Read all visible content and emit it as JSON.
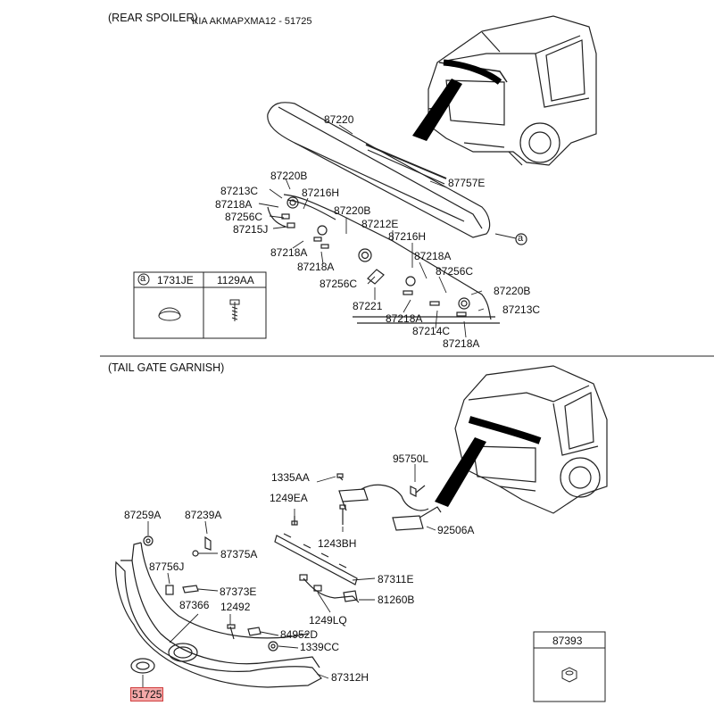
{
  "header": {
    "doc_code": "KIA AKMAPXMA12 - 51725",
    "section_spoiler": "(REAR SPOILER)",
    "section_garnish": "(TAIL GATE GARNISH)"
  },
  "spoiler_parts": [
    {
      "id": "s1",
      "text": "87220"
    },
    {
      "id": "s2",
      "text": "87757E"
    },
    {
      "id": "s3",
      "text": "87220B"
    },
    {
      "id": "s4",
      "text": "87213C"
    },
    {
      "id": "s5",
      "text": "87216H"
    },
    {
      "id": "s6",
      "text": "87218A"
    },
    {
      "id": "s7",
      "text": "87256C"
    },
    {
      "id": "s8",
      "text": "87220B"
    },
    {
      "id": "s9",
      "text": "87215J"
    },
    {
      "id": "s10",
      "text": "87212E"
    },
    {
      "id": "s11",
      "text": "87216H"
    },
    {
      "id": "s12",
      "text": "87218A"
    },
    {
      "id": "s13",
      "text": "87218A"
    },
    {
      "id": "s14",
      "text": "87218A"
    },
    {
      "id": "s15",
      "text": "87256C"
    },
    {
      "id": "s16",
      "text": "87256C"
    },
    {
      "id": "s17",
      "text": "87220B"
    },
    {
      "id": "s18",
      "text": "87221"
    },
    {
      "id": "s19",
      "text": "87213C"
    },
    {
      "id": "s20",
      "text": "87218A"
    },
    {
      "id": "s21",
      "text": "87214C"
    },
    {
      "id": "s22",
      "text": "87218A"
    }
  ],
  "callout_marker": "a",
  "fastener_table": {
    "marker": "a",
    "col1": "1731JE",
    "col2": "1129AA"
  },
  "garnish_parts": [
    {
      "id": "g1",
      "text": "1335AA"
    },
    {
      "id": "g2",
      "text": "95750L"
    },
    {
      "id": "g3",
      "text": "1249EA"
    },
    {
      "id": "g4",
      "text": "87259A"
    },
    {
      "id": "g5",
      "text": "87239A"
    },
    {
      "id": "g6",
      "text": "92506A"
    },
    {
      "id": "g7",
      "text": "1243BH"
    },
    {
      "id": "g8",
      "text": "87375A"
    },
    {
      "id": "g9",
      "text": "87756J"
    },
    {
      "id": "g10",
      "text": "87311E"
    },
    {
      "id": "g11",
      "text": "87373E"
    },
    {
      "id": "g12",
      "text": "81260B"
    },
    {
      "id": "g13",
      "text": "87366"
    },
    {
      "id": "g14",
      "text": "12492"
    },
    {
      "id": "g15",
      "text": "1249LQ"
    },
    {
      "id": "g16",
      "text": "84952D"
    },
    {
      "id": "g17",
      "text": "1339CC"
    },
    {
      "id": "g18",
      "text": "87312H"
    },
    {
      "id": "g19",
      "text": "51725"
    }
  ],
  "nut_box": {
    "part": "87393"
  },
  "colors": {
    "line": "#222222",
    "highlight_bg": "#f4a8a8",
    "highlight_border": "#d04040",
    "ground": "#000000"
  }
}
